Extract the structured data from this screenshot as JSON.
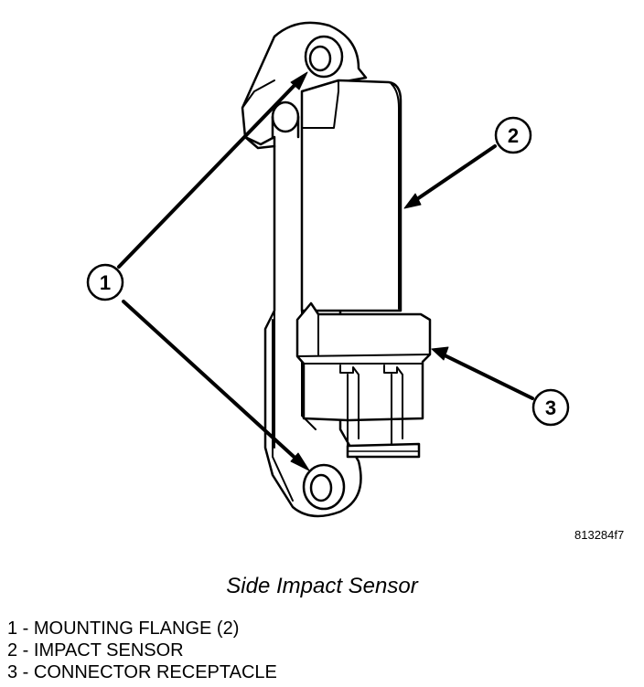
{
  "diagram": {
    "figure_id": "813284f7",
    "caption": "Side Impact Sensor",
    "callouts": [
      {
        "number": "1"
      },
      {
        "number": "2"
      },
      {
        "number": "3"
      }
    ],
    "legend": [
      "1 - MOUNTING FLANGE (2)",
      "2 - IMPACT SENSOR",
      "3 - CONNECTOR RECEPTACLE"
    ]
  },
  "colors": {
    "line": "#000000",
    "fill": "#ffffff"
  }
}
